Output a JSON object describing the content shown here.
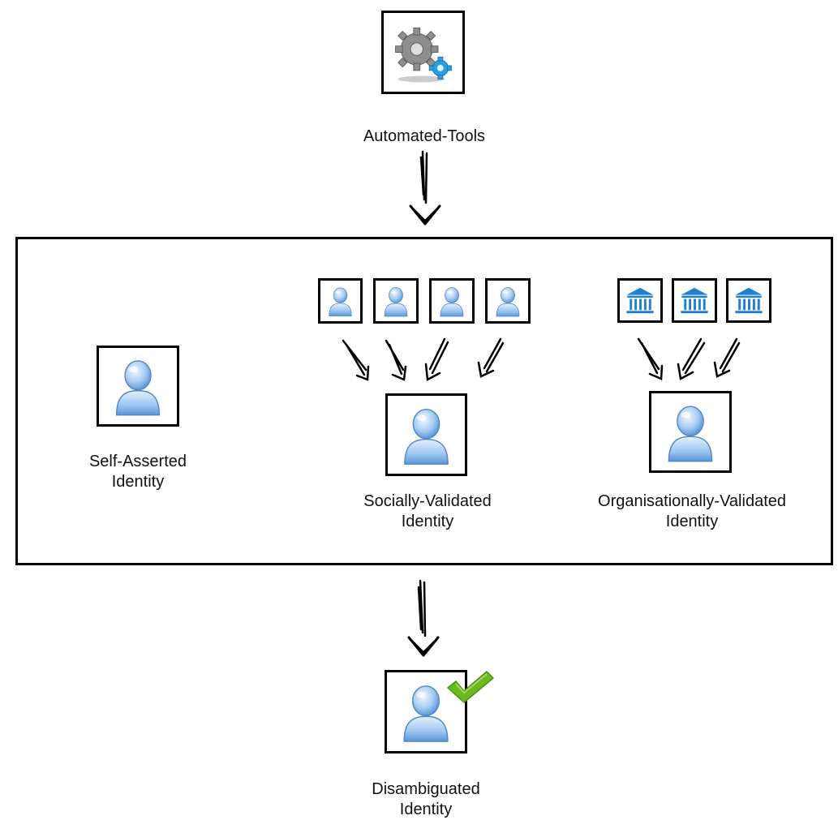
{
  "tools": {
    "label": "Automated-Tools"
  },
  "self_asserted": {
    "line1": "Self-Asserted",
    "line2": "Identity"
  },
  "socially_validated": {
    "line1": "Socially-Validated",
    "line2": "Identity"
  },
  "organisationally_validated": {
    "line1": "Organisationally-Validated",
    "line2": "Identity"
  },
  "disambiguated": {
    "line1": "Disambiguated",
    "line2": "Identity"
  },
  "icons": {
    "tools": "gears-icon",
    "person": "user-icon",
    "institution": "bank-building-icon",
    "verified": "checkmark-icon"
  },
  "colors": {
    "person_light": "#cfe4fb",
    "person_dark": "#5a95d6",
    "building": "#1f7fd0",
    "check": "#6cb81f",
    "gear": "#8e8e8e",
    "gear_accent": "#2aa0df"
  },
  "counts": {
    "social_validators": 4,
    "org_validators": 3
  }
}
